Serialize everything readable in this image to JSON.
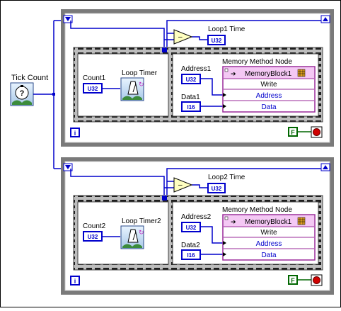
{
  "tick_count": {
    "label": "Tick Count",
    "icon": "stopwatch-icon"
  },
  "loops": [
    {
      "loop_time_label": "Loop1 Time",
      "loop_time_type": "U32",
      "count_label": "Count1",
      "count_type": "U32",
      "timer_label": "Loop Timer",
      "node": {
        "title": "Memory Method Node",
        "block": "MemoryBlock1",
        "method": "Write",
        "terms": [
          "Address",
          "Data"
        ]
      },
      "address_label": "Address1",
      "address_type": "U32",
      "data_label": "Data1",
      "data_type": "I16",
      "iteration": "i",
      "stop_flag": "F"
    },
    {
      "loop_time_label": "Loop2 Time",
      "loop_time_type": "U32",
      "count_label": "Count2",
      "count_type": "U32",
      "timer_label": "Loop Timer2",
      "node": {
        "title": "Memory Method Node",
        "block": "MemoryBlock1",
        "method": "Write",
        "terms": [
          "Address",
          "Data"
        ]
      },
      "address_label": "Address2",
      "address_type": "U32",
      "data_label": "Data2",
      "data_type": "I16",
      "iteration": "i",
      "stop_flag": "F"
    }
  ],
  "colors": {
    "loop_border": "#8c8c8c",
    "wire_u32": "#0000cc",
    "node_pink": "#f4c8f4",
    "node_purple": "#9a2a9a",
    "stop_red": "#d00000",
    "flag_green": "#006600",
    "compare_fill": "#ffffc0"
  }
}
